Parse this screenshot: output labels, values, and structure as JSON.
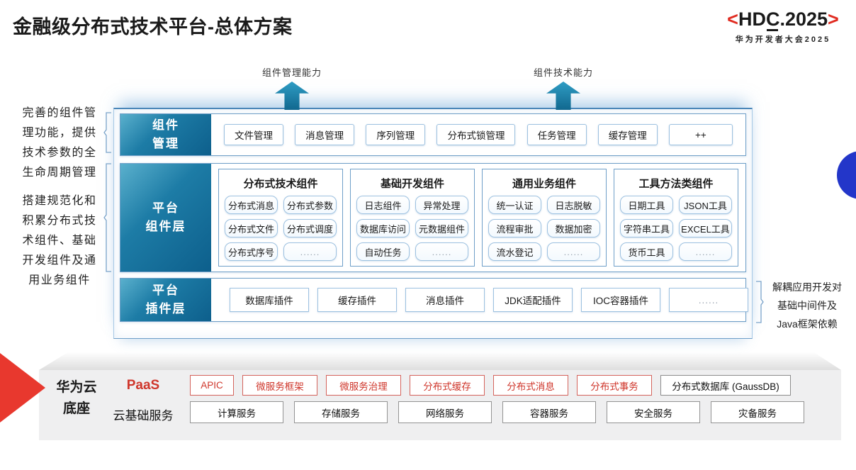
{
  "page": {
    "title": "金融级分布式技术平台-总体方案"
  },
  "logo": {
    "open": "<",
    "hd": "HD",
    "c": "C",
    "rest": ".2025",
    "close": ">",
    "subtitle": "华为开发者大会2025"
  },
  "arrows": {
    "left": "组件管理能力",
    "right": "组件技术能力"
  },
  "notes": {
    "left_top": "完善的组件管\n理功能，提供\n技术参数的全\n生命周期管理",
    "left_bottom": "搭建规范化和\n积累分布式技\n术组件、基础\n开发组件及通\n用业务组件",
    "right": "解耦应用开发对\n基础中间件及\nJava框架依赖"
  },
  "layers": {
    "mgmt": {
      "label": "组件\n管理",
      "items": [
        "文件管理",
        "消息管理",
        "序列管理",
        "分布式锁管理",
        "任务管理",
        "缓存管理",
        "++"
      ]
    },
    "components": {
      "label": "平台\n组件层",
      "groups": [
        {
          "title": "分布式技术组件",
          "items": [
            "分布式消息",
            "分布式参数",
            "分布式文件",
            "分布式调度",
            "分布式序号",
            "......"
          ]
        },
        {
          "title": "基础开发组件",
          "items": [
            "日志组件",
            "异常处理",
            "数据库访问",
            "元数据组件",
            "自动任务",
            "......"
          ]
        },
        {
          "title": "通用业务组件",
          "items": [
            "统一认证",
            "日志脱敏",
            "流程审批",
            "数据加密",
            "流水登记",
            "......"
          ]
        },
        {
          "title": "工具方法类组件",
          "items": [
            "日期工具",
            "JSON工具",
            "字符串工具",
            "EXCEL工具",
            "货币工具",
            "......"
          ]
        }
      ]
    },
    "plugins": {
      "label": "平台\n插件层",
      "items": [
        "数据库插件",
        "缓存插件",
        "消息插件",
        "JDK适配插件",
        "IOC容器插件",
        "......"
      ]
    }
  },
  "cloud": {
    "label": "华为云\n底座",
    "paas": {
      "label": "PaaS",
      "items": [
        "APIC",
        "微服务框架",
        "微服务治理",
        "分布式缓存",
        "分布式消息",
        "分布式事务"
      ],
      "db": "分布式数据库 (GaussDB)"
    },
    "iaas": {
      "label": "云基础服务",
      "items": [
        "计算服务",
        "存储服务",
        "网络服务",
        "容器服务",
        "安全服务",
        "灾备服务"
      ]
    }
  },
  "colors": {
    "accent_teal": "#0d5f8c",
    "accent_red": "#cf362b",
    "logo_red": "#e02b20",
    "border_blue": "#6f9fc8",
    "circle_blue": "#2336c9"
  }
}
